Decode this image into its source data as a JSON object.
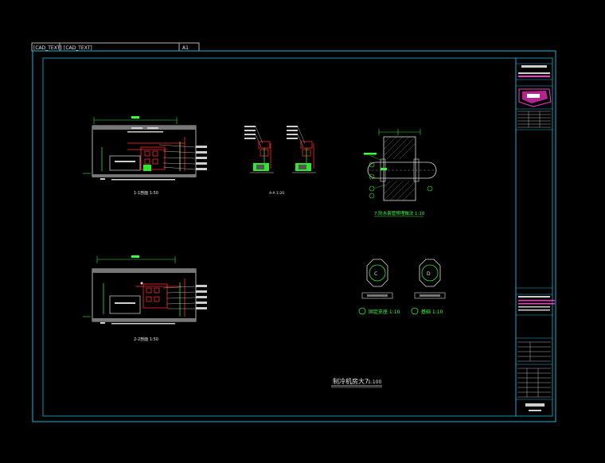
{
  "header": {
    "field1": "[CAD_TEXT]",
    "field2": "[CAD_TEXT]",
    "field3": "A1"
  },
  "sheet_title": "制冷机房大7",
  "sheet_scale": "1:100",
  "sections": {
    "sec1_caption": "1-1剖面 1:50",
    "sec2_caption": "2-2剖面 1:50",
    "detail_caption": "A-A 1:20",
    "sleeve_caption": "7.防水套管预埋做法 1:10",
    "circle1_caption": "固定支座 1:10",
    "circle2_caption": "基础 1:10",
    "circle1_label": "C",
    "circle2_label": "D"
  },
  "colors": {
    "frame": "#19b6d6",
    "linework": "#dcdcdc",
    "pipe_red": "#ff2a2a",
    "pipe_green": "#2ee82e",
    "text_yellow": "#e8e020",
    "accent_magenta": "#ff33cc"
  }
}
